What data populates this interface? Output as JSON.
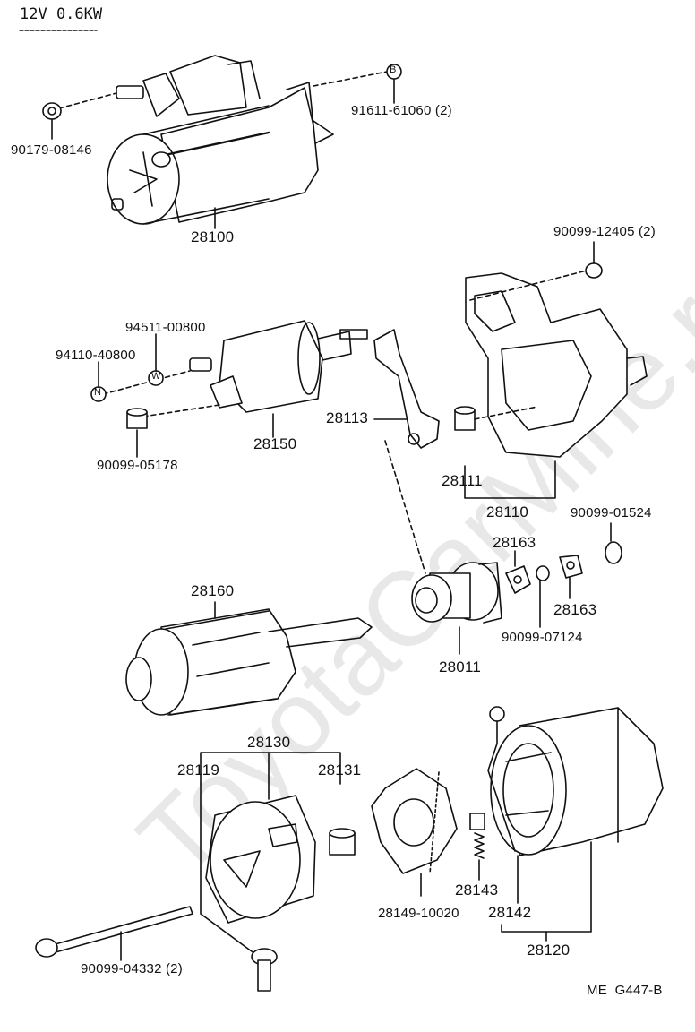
{
  "header": {
    "spec": "12V 0.6KW"
  },
  "footer": {
    "ref": "ME  G447-B"
  },
  "watermark": "ToyotaCarMine.ru",
  "markers": {
    "b": "B",
    "n": "N",
    "w": "W"
  },
  "labels": {
    "p28100": "28100",
    "p90179": "90179-08146",
    "p91611": "91611-61060 (2)",
    "p90099_12405": "90099-12405 (2)",
    "p94511": "94511-00800",
    "p94110": "94110-40800",
    "p28150": "28150",
    "p28113": "28113",
    "p90099_05178": "90099-05178",
    "p28111": "28111",
    "p28110": "28110",
    "p90099_01524": "90099-01524",
    "p28163a": "28163",
    "p28163b": "28163",
    "p90099_07124": "90099-07124",
    "p28011": "28011",
    "p28160": "28160",
    "p28130": "28130",
    "p28119": "28119",
    "p28131": "28131",
    "p28143": "28143",
    "p28142": "28142",
    "p28149": "28149-10020",
    "p28120": "28120",
    "p90099_04332": "90099-04332 (2)"
  }
}
